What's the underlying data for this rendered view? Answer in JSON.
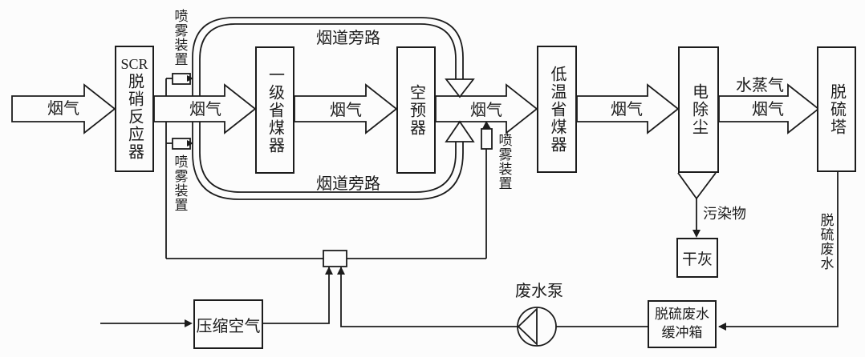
{
  "labels": {
    "flue_gas": "烟气",
    "water_vapor": "水蒸气",
    "flue_bypass": "烟道旁路",
    "spray_device": "喷雾装置",
    "pollutants": "污染物",
    "fgd_wastewater": "脱硫废水",
    "wastewater_pump": "废水泵"
  },
  "nodes": {
    "scr_title": "SCR",
    "scr_name": "脱硝反应器",
    "primary_economizer": "一级省煤器",
    "air_preheater": "空预器",
    "low_temp_economizer": "低温省煤器",
    "esp": "电除尘",
    "fgd_tower": "脱硫塔",
    "dry_ash": "干灰",
    "compressed_air": "压缩空气",
    "buffer_tank_line1": "脱硫废水",
    "buffer_tank_line2": "缓冲箱"
  }
}
